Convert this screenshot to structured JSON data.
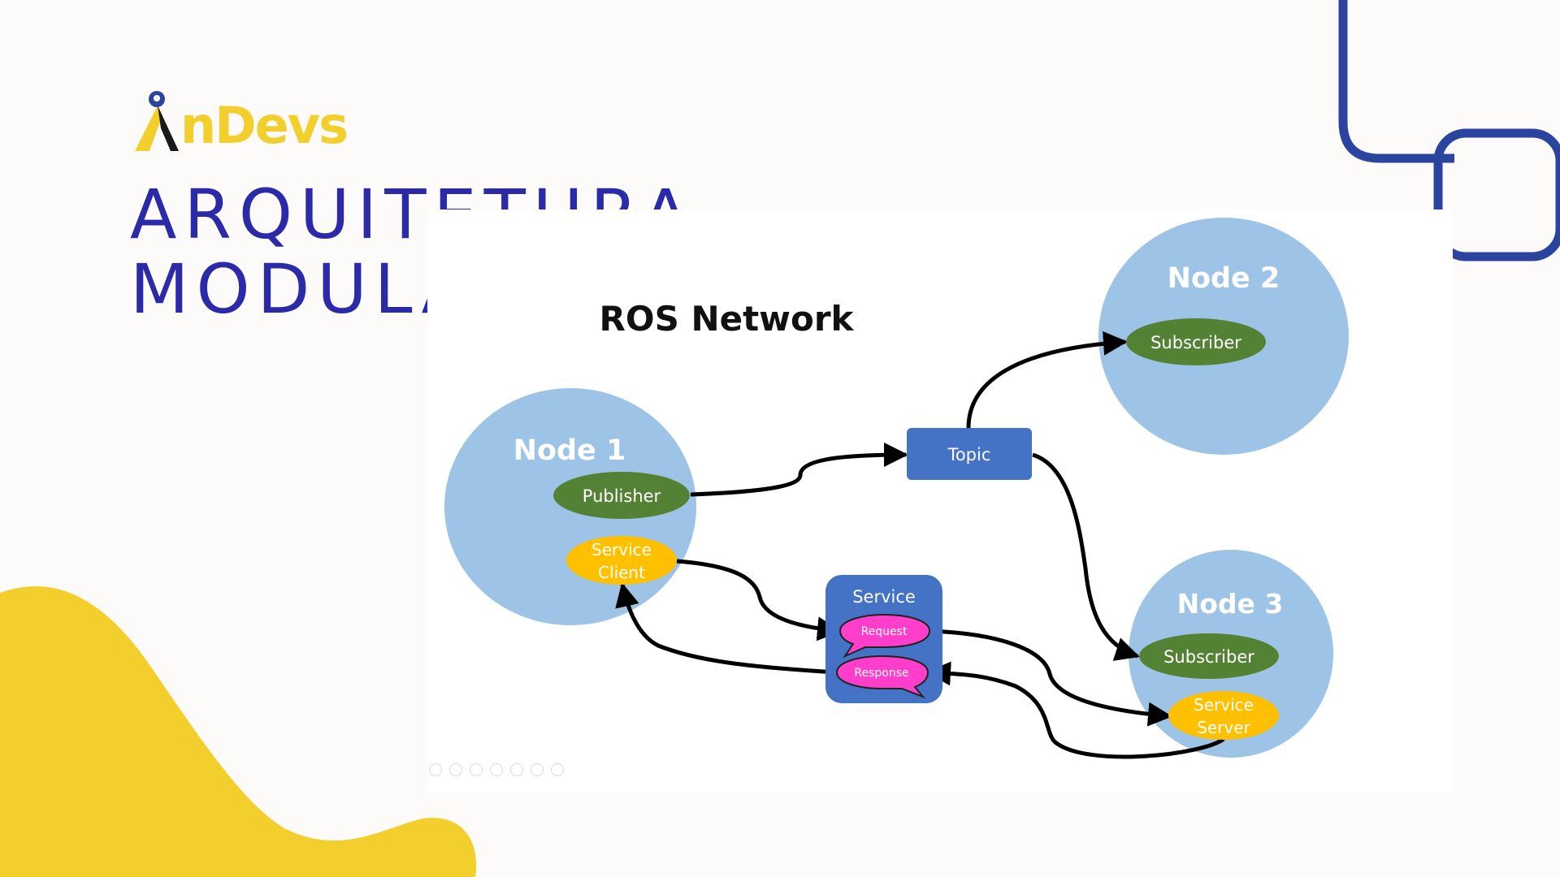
{
  "brand": {
    "logo_text": "nDevs",
    "logo_lettering": "AnDevs",
    "yellow": "#f3cf2e",
    "blue": "#2b2aa8"
  },
  "title": {
    "line1": "ARQUITETURA",
    "line2": "MODULAR"
  },
  "diagram": {
    "heading": "ROS Network",
    "nodes": [
      {
        "label": "Node 1"
      },
      {
        "label": "Node 2"
      },
      {
        "label": "Node 3"
      }
    ],
    "publisher": "Publisher",
    "topic": "Topic",
    "subscriber_node2": "Subscriber",
    "subscriber_node3": "Subscriber",
    "service_client_line1": "Service",
    "service_client_line2": "Client",
    "service_server_line1": "Service",
    "service_server_line2": "Server",
    "service_box": "Service",
    "request": "Request",
    "response": "Response",
    "colors": {
      "node_fill": "#9dc3e6",
      "pub_sub_fill": "#548235",
      "service_endpoint_fill": "#ffc000",
      "topic_fill": "#4472c4",
      "service_box_fill": "#4472c4",
      "message_fill": "#ff3fcc"
    }
  }
}
